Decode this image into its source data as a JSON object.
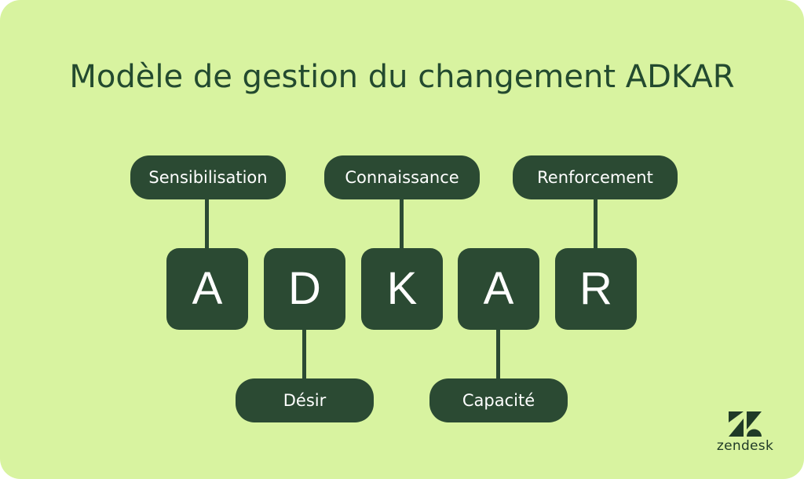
{
  "title": "Modèle de gestion du changement ADKAR",
  "letters": [
    "A",
    "D",
    "K",
    "A",
    "R"
  ],
  "top_labels": {
    "a": "Sensibilisation",
    "k": "Connaissance",
    "r": "Renforcement"
  },
  "bottom_labels": {
    "d": "Désir",
    "a2": "Capacité"
  },
  "logo": {
    "word": "zendesk",
    "icon": "zendesk-logo-icon"
  },
  "colors": {
    "background": "#d8f3a0",
    "box": "#2b4a33",
    "title": "#234a2f",
    "text": "#ffffff"
  }
}
